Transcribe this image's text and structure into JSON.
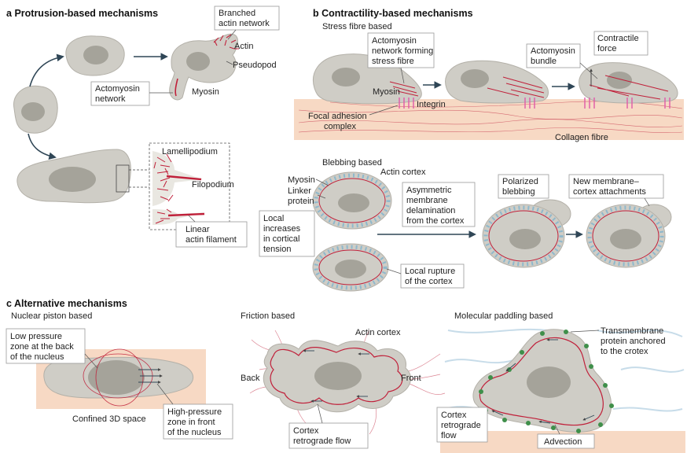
{
  "panels": {
    "a": {
      "letter": "a",
      "title": "Protrusion-based mechanisms",
      "labels": {
        "branched_network": [
          "Branched",
          "actin network"
        ],
        "actin": "Actin",
        "pseudopod": "Pseudopod",
        "actomyosin_network": [
          "Actomyosin",
          "network"
        ],
        "myosin": "Myosin",
        "lamellipodium": "Lamellipodium",
        "filopodium": "Filopodium",
        "linear_filament": [
          "Linear",
          "actin filament"
        ]
      }
    },
    "b": {
      "letter": "b",
      "title": "Contractility-based mechanisms",
      "stress_subtitle": "Stress fibre based",
      "blebbing_subtitle": "Blebbing based",
      "labels": {
        "actomyosin_stress": [
          "Actomyosin",
          "network forming",
          "stress fibre"
        ],
        "actomyosin_bundle": [
          "Actomyosin",
          "bundle"
        ],
        "contractile_force": [
          "Contractile",
          "force"
        ],
        "myosin": "Myosin",
        "integrin": "Integrin",
        "focal_adhesion": [
          "Focal adhesion",
          "complex"
        ],
        "collagen": "Collagen fibre",
        "actin_cortex": "Actin cortex",
        "bleb_myosin": "Myosin",
        "linker": [
          "Linker",
          "protein"
        ],
        "local_increase": [
          "Local",
          "increases",
          "in cortical",
          "tension"
        ],
        "asymmetric": [
          "Asymmetric",
          "membrane",
          "delamination",
          "from the cortex"
        ],
        "polarized": [
          "Polarized",
          "blebbing"
        ],
        "new_membrane": [
          "New membrane–",
          "cortex attachments"
        ],
        "local_rupture": [
          "Local rupture",
          "of the cortex"
        ]
      }
    },
    "c": {
      "letter": "c",
      "title": "Alternative mechanisms",
      "piston_subtitle": "Nuclear piston based",
      "friction_subtitle": "Friction based",
      "paddling_subtitle": "Molecular paddling based",
      "labels": {
        "low_pressure": [
          "Low pressure",
          "zone at the back",
          "of the nucleus"
        ],
        "high_pressure": [
          "High-pressure",
          "zone in front",
          "of the nucleus"
        ],
        "confined": "Confined 3D space",
        "friction_actin": "Actin cortex",
        "back": "Back",
        "front": "Front",
        "cortex_flow": [
          "Cortex",
          "retrograde flow"
        ],
        "transmembrane": [
          "Transmembrane",
          "protein anchored",
          "to the crotex"
        ],
        "cortex_flow2": [
          "Cortex",
          "retrograde",
          "flow"
        ],
        "advection": "Advection"
      }
    }
  },
  "colors": {
    "cell": "#cfcdc6",
    "nucleus": "#a5a39a",
    "actin": "#c0203a",
    "arrow": "#2f4656",
    "substrate": "#f7d9c4",
    "integrin": "#e05aa8",
    "cortex_dots": "#8fb8cc",
    "protein": "#3f8f4a"
  }
}
